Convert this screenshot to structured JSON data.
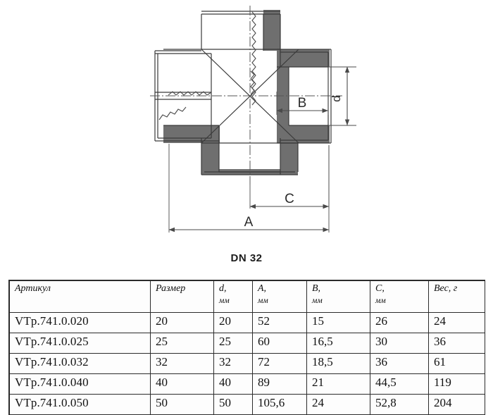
{
  "drawing": {
    "title": "cross-fitting-section-view",
    "caption": "DN 32",
    "dimension_labels": {
      "d": "d",
      "A": "A",
      "B": "B",
      "C": "C"
    },
    "colors": {
      "hatch_fill": "#6f6f6f",
      "line": "#3a3a3a",
      "dimension_line": "#4a4a4a",
      "background": "#ffffff"
    }
  },
  "table": {
    "headers": [
      {
        "label": "Артикул",
        "unit": ""
      },
      {
        "label": "Размер",
        "unit": ""
      },
      {
        "label": "d,",
        "unit": "мм"
      },
      {
        "label": "A,",
        "unit": "мм"
      },
      {
        "label": "B,",
        "unit": "мм"
      },
      {
        "label": "C,",
        "unit": "мм"
      },
      {
        "label": "Вес, г",
        "unit": ""
      }
    ],
    "rows": [
      {
        "article": "VTp.741.0.020",
        "size": "20",
        "d": "20",
        "A": "52",
        "B": "15",
        "C": "26",
        "weight": "24"
      },
      {
        "article": "VTp.741.0.025",
        "size": "25",
        "d": "25",
        "A": "60",
        "B": "16,5",
        "C": "30",
        "weight": "36"
      },
      {
        "article": "VTp.741.0.032",
        "size": "32",
        "d": "32",
        "A": "72",
        "B": "18,5",
        "C": "36",
        "weight": "61"
      },
      {
        "article": "VTp.741.0.040",
        "size": "40",
        "d": "40",
        "A": "89",
        "B": "21",
        "C": "44,5",
        "weight": "119"
      },
      {
        "article": "VTp.741.0.050",
        "size": "50",
        "d": "50",
        "A": "105,6",
        "B": "24",
        "C": "52,8",
        "weight": "204"
      }
    ]
  }
}
